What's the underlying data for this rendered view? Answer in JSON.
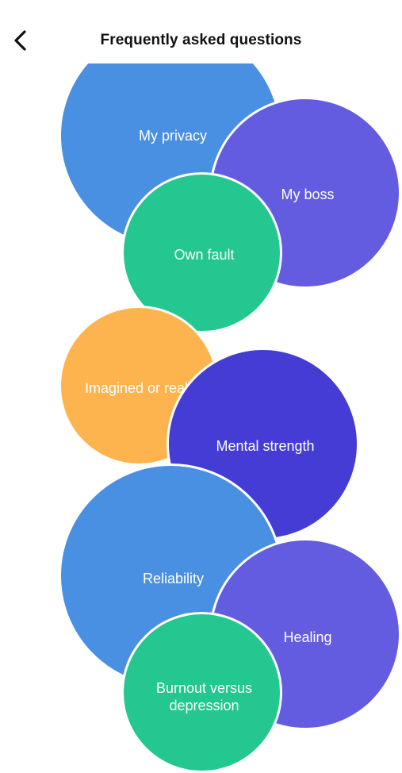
{
  "header": {
    "title": "Frequently asked questions",
    "back_icon": "chevron-left-icon"
  },
  "colors": {
    "blue": "#4A90E2",
    "violet": "#635BE0",
    "green": "#23C78F",
    "orange": "#FDB44E",
    "indigo": "#453CD6",
    "border": "#FFFFFF"
  },
  "bubbles": [
    {
      "label": "My privacy"
    },
    {
      "label": "My boss"
    },
    {
      "label": "Own fault"
    },
    {
      "label": "Imagined or real"
    },
    {
      "label": "Mental strength"
    },
    {
      "label": "Reliability"
    },
    {
      "label": "Healing"
    },
    {
      "label": "Burnout versus depression"
    }
  ]
}
